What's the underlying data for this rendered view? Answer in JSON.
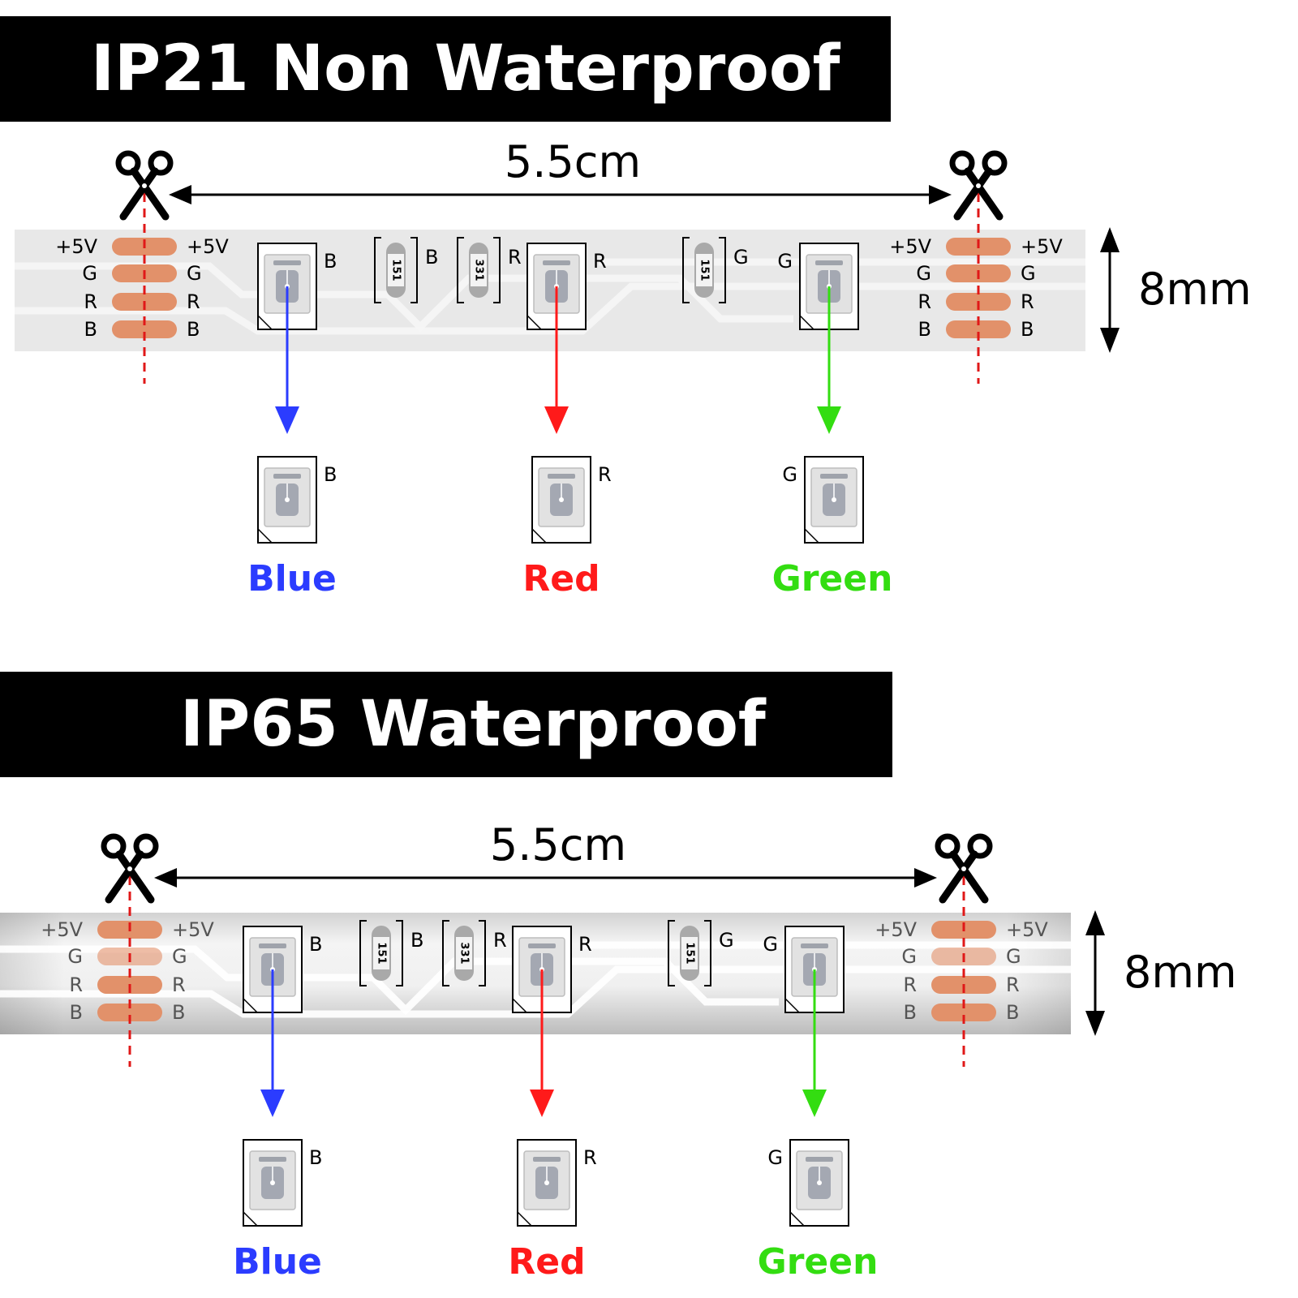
{
  "sections": [
    {
      "title": "IP21 Non Waterproof",
      "length_label": "5.5cm",
      "width_label": "8mm",
      "pads_left": [
        "+5V",
        "G",
        "R",
        "B"
      ],
      "pads_right": [
        "+5V",
        "G",
        "R",
        "B"
      ],
      "resistors": [
        {
          "code": "151",
          "channel": "B"
        },
        {
          "code": "331",
          "channel": "R"
        },
        {
          "code": "151",
          "channel": "G"
        }
      ],
      "leds": [
        {
          "channel": "B",
          "name": "Blue",
          "color": "#2b3cff"
        },
        {
          "channel": "R",
          "name": "Red",
          "color": "#ff1a1a"
        },
        {
          "channel": "G",
          "name": "Green",
          "color": "#33dd11"
        }
      ]
    },
    {
      "title": "IP65 Waterproof",
      "length_label": "5.5cm",
      "width_label": "8mm",
      "pads_left": [
        "+5V",
        "G",
        "R",
        "B"
      ],
      "pads_right": [
        "+5V",
        "G",
        "R",
        "B"
      ],
      "resistors": [
        {
          "code": "151",
          "channel": "B"
        },
        {
          "code": "331",
          "channel": "R"
        },
        {
          "code": "151",
          "channel": "G"
        }
      ],
      "leds": [
        {
          "channel": "B",
          "name": "Blue",
          "color": "#2b3cff"
        },
        {
          "channel": "R",
          "name": "Red",
          "color": "#ff1a1a"
        },
        {
          "channel": "G",
          "name": "Green",
          "color": "#33dd11"
        }
      ]
    }
  ],
  "colors": {
    "pad": "#e2916a",
    "strip_plain": "#e8e8e8",
    "cut_line": "#e01818",
    "banner_bg": "#000000",
    "banner_text": "#ffffff"
  },
  "icons": {
    "cut_marker": "scissors-icon",
    "dimension": "double-arrow-icon"
  }
}
